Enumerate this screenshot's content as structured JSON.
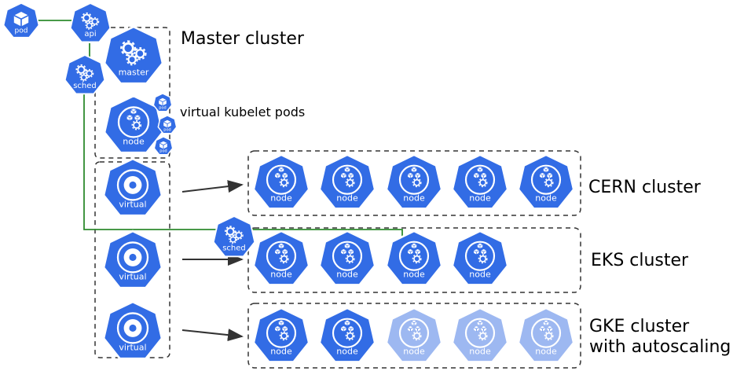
{
  "labels": {
    "master_cluster": "Master cluster",
    "virtual_kubelet_pods": "virtual kubelet pods",
    "cern_cluster": "CERN cluster",
    "eks_cluster": "EKS cluster",
    "gke_cluster_line1": "GKE cluster",
    "gke_cluster_line2": "with autoscaling"
  },
  "icons": {
    "pod": "pod",
    "api": "api",
    "sched": "sched",
    "master": "master",
    "node": "node",
    "virtual": "virtual",
    "eks_sched": "sched",
    "small_pods": [
      "pod",
      "pod",
      "pod"
    ]
  },
  "clusters": {
    "cern": {
      "nodes": [
        "node",
        "node",
        "node",
        "node",
        "node"
      ],
      "faded": [
        false,
        false,
        false,
        false,
        false
      ]
    },
    "eks": {
      "nodes": [
        "node",
        "node",
        "node",
        "node"
      ],
      "faded": [
        false,
        false,
        false,
        false
      ]
    },
    "gke": {
      "nodes": [
        "node",
        "node",
        "node",
        "node",
        "node"
      ],
      "faded": [
        false,
        false,
        true,
        true,
        true
      ]
    }
  },
  "virtual_nodes": [
    "virtual",
    "virtual",
    "virtual"
  ],
  "colors": {
    "k8s_blue": "#326ce5",
    "k8s_faded": "#9db8f1",
    "link_green": "#2e8b2e",
    "arrow": "#333333",
    "dash": "#333333"
  }
}
